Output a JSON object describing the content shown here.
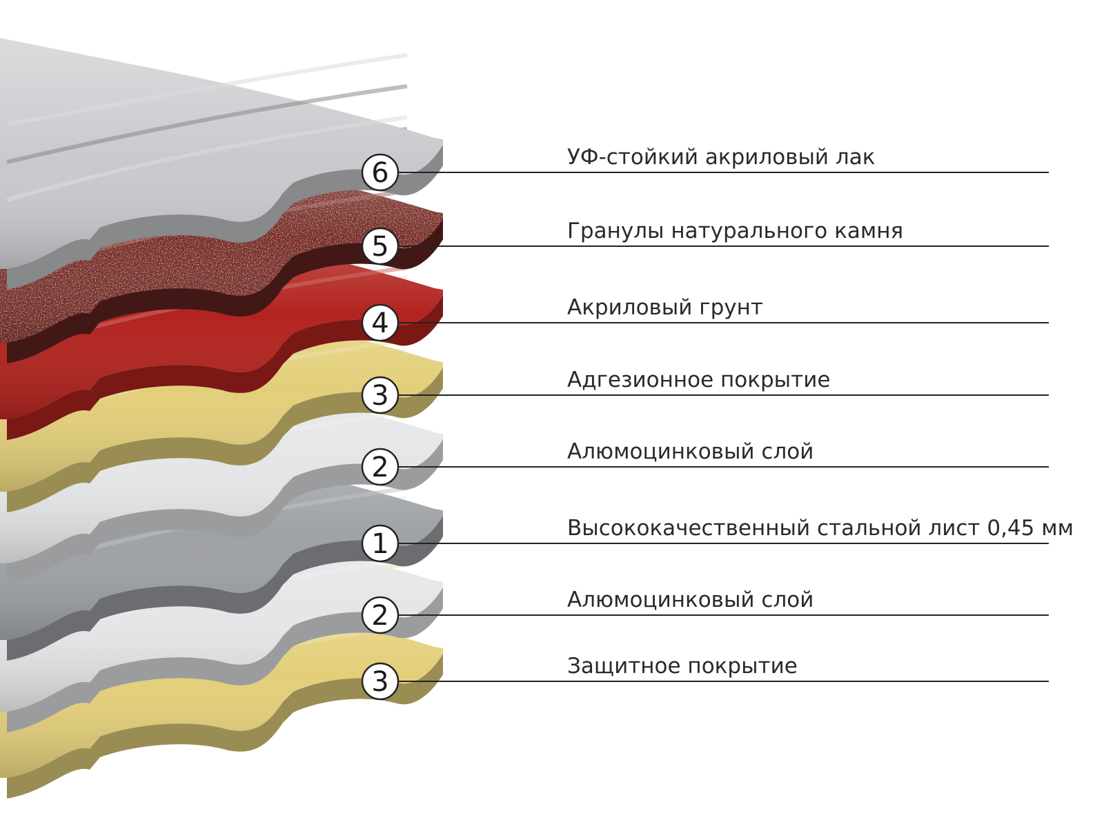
{
  "layers": [
    {
      "number": "6",
      "label": "УФ-стойкий акриловый лак",
      "color": "#c7c9cc",
      "texture": "none"
    },
    {
      "number": "5",
      "label": "Гранулы натурального камня",
      "color": "#6e2a26",
      "texture": "stone-granules"
    },
    {
      "number": "4",
      "label": "Акриловый грунт",
      "color": "#b2231f",
      "texture": "none"
    },
    {
      "number": "3",
      "label": "Адгезионное покрытие",
      "color": "#e3cf7a",
      "texture": "none"
    },
    {
      "number": "2",
      "label": "Алюмоцинковый слой",
      "color": "#e4e6e8",
      "texture": "none"
    },
    {
      "number": "1",
      "label": "Высококачественный стальной лист 0,45 мм",
      "color": "#9ea1a5",
      "texture": "none"
    },
    {
      "number": "2",
      "label": "Алюмоцинковый слой",
      "color": "#e4e6e8",
      "texture": "none"
    },
    {
      "number": "3",
      "label": "Защитное покрытие",
      "color": "#e3cf7a",
      "texture": "none"
    }
  ],
  "colors": {
    "leader_line": "#222222",
    "badge_fill": "#ffffff",
    "badge_stroke": "#222222",
    "stone_speckle_light": "#c97a62",
    "stone_speckle_dark": "#3a1614"
  }
}
